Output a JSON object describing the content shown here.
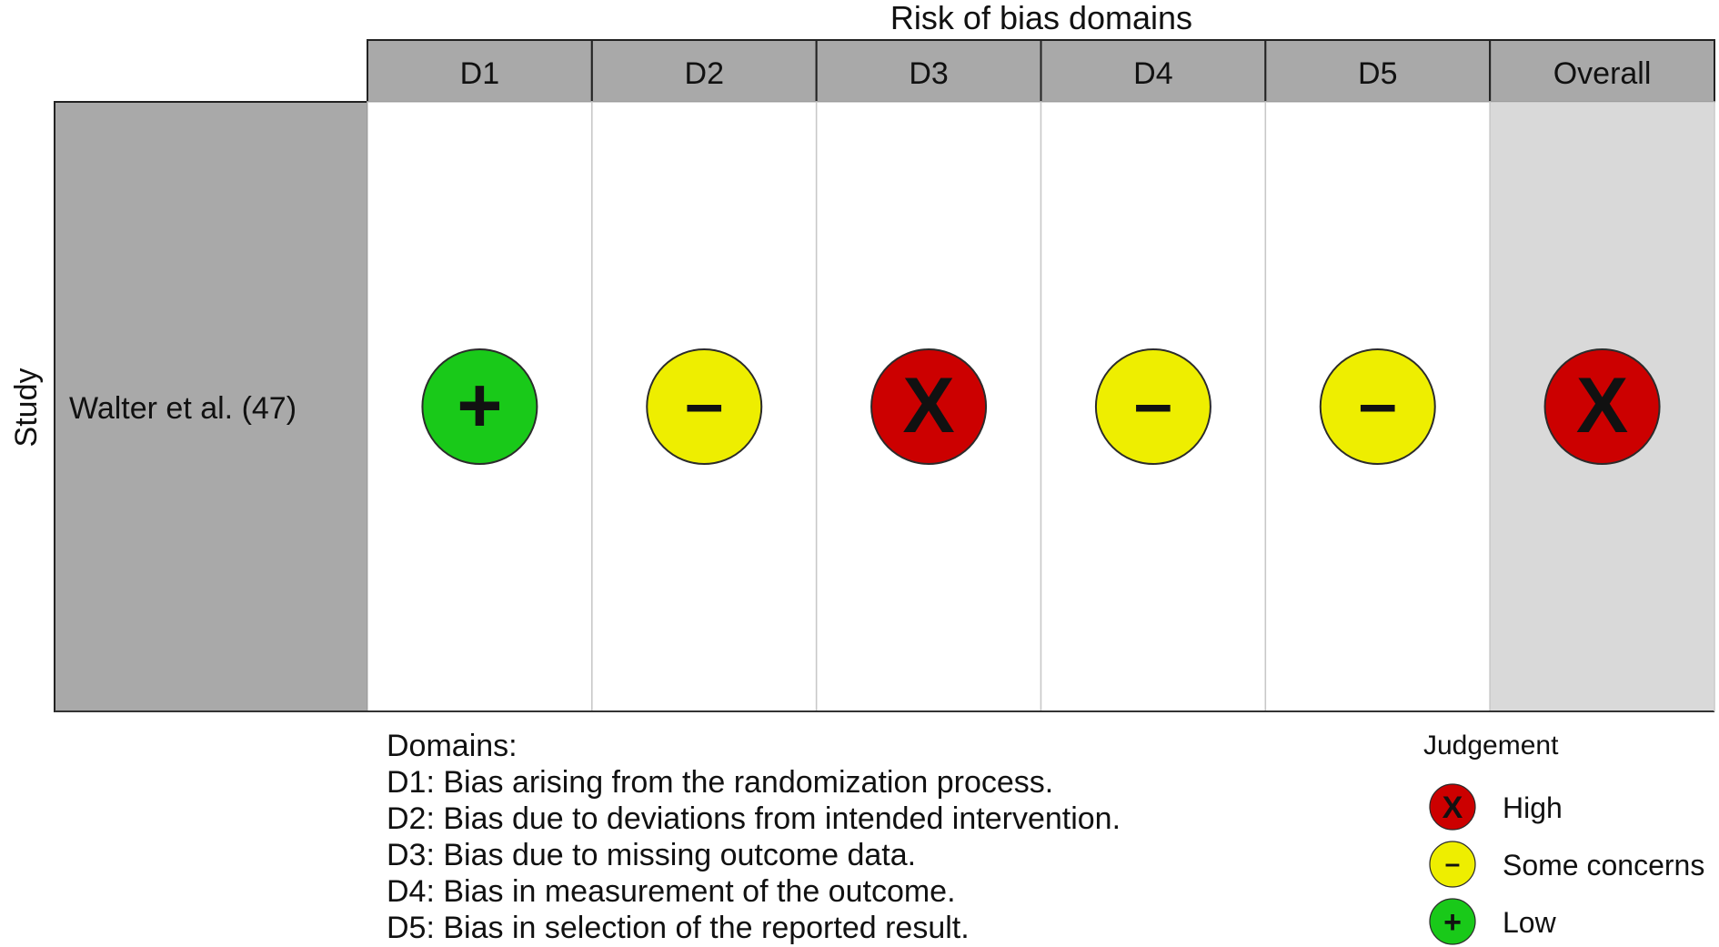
{
  "chart_data": {
    "type": "table",
    "title": "Risk of bias domains",
    "ylabel": "Study",
    "domains": [
      "D1",
      "D2",
      "D3",
      "D4",
      "D5",
      "Overall"
    ],
    "studies": [
      {
        "name": "Walter et al. (47)",
        "judgements": [
          "Low",
          "Some concerns",
          "High",
          "Some concerns",
          "Some concerns",
          "High"
        ]
      }
    ],
    "judgement_symbols": {
      "High": "X",
      "Some concerns": "-",
      "Low": "+"
    },
    "judgement_colors": {
      "High": "#cc0000",
      "Some concerns": "#eeee00",
      "Low": "#19c919"
    },
    "domains_legend": {
      "heading": "Domains:",
      "items": [
        "D1: Bias arising from the randomization process.",
        "D2: Bias due to deviations from intended intervention.",
        "D3: Bias due to missing outcome data.",
        "D4: Bias in measurement of the outcome.",
        "D5: Bias in selection of the reported result."
      ]
    },
    "judgement_legend": {
      "title": "Judgement",
      "items": [
        "High",
        "Some concerns",
        "Low"
      ]
    },
    "grid": true,
    "legend_position": "bottom"
  }
}
